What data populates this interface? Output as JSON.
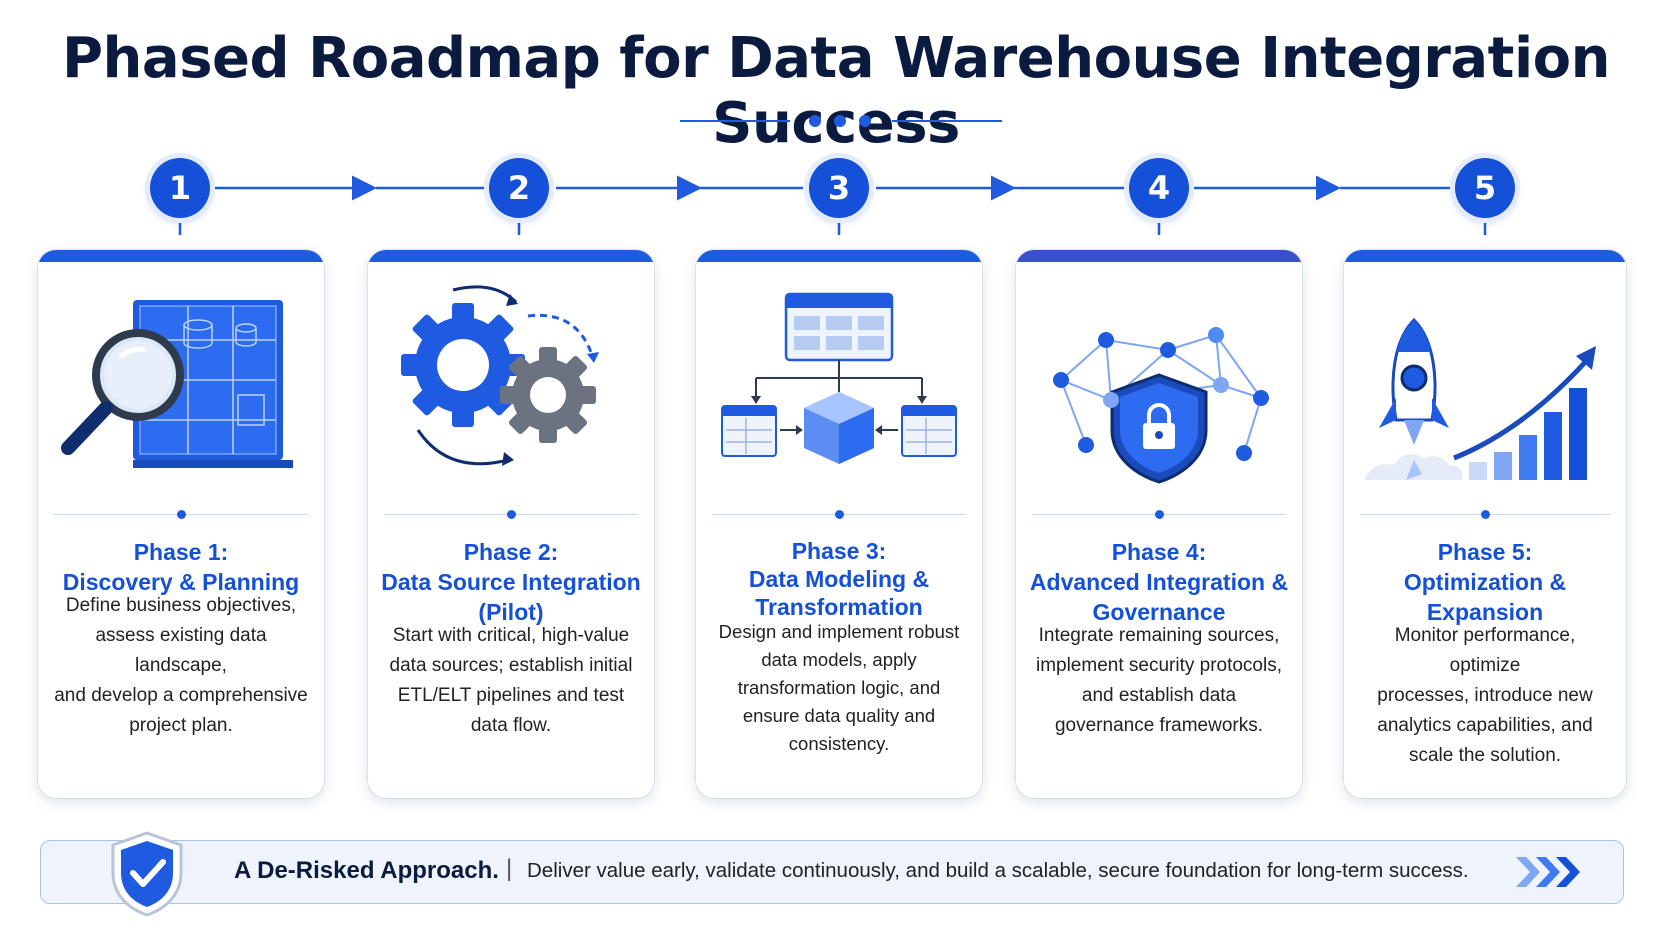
{
  "title": "Phased Roadmap for Data Warehouse Integration Success",
  "colors": {
    "primary": "#1450d8",
    "dark": "#0b1a3f",
    "gear_gray": "#6b7280"
  },
  "phases": [
    {
      "number": "1",
      "title_line1": "Phase 1:",
      "title_line2": "Discovery & Planning",
      "title_line3": "",
      "description": [
        "Define business objectives,",
        "assess existing data landscape,",
        "and develop a comprehensive",
        "project plan."
      ],
      "icon": "magnifier-blueprint-icon"
    },
    {
      "number": "2",
      "title_line1": "Phase 2:",
      "title_line2": "Data Source Integration",
      "title_line3": "(Pilot)",
      "description": [
        "Start with critical, high-value",
        "data sources; establish initial",
        "ETL/ELT pipelines and test",
        "data flow."
      ],
      "icon": "gears-icon"
    },
    {
      "number": "3",
      "title_line1": "Phase 3:",
      "title_line2": "Data Modeling &",
      "title_line3": "Transformation",
      "description": [
        "Design and implement robust",
        "data models, apply",
        "transformation logic, and",
        "ensure data quality and",
        "consistency."
      ],
      "icon": "data-model-icon"
    },
    {
      "number": "4",
      "title_line1": "Phase 4:",
      "title_line2": "Advanced Integration &",
      "title_line3": "Governance",
      "description": [
        "Integrate remaining sources,",
        "implement security protocols,",
        "and establish data",
        "governance frameworks."
      ],
      "icon": "shield-network-icon"
    },
    {
      "number": "5",
      "title_line1": "Phase 5:",
      "title_line2": "Optimization &",
      "title_line3": "Expansion",
      "description": [
        "Monitor performance, optimize",
        "processes, introduce new",
        "analytics capabilities, and",
        "scale the solution."
      ],
      "icon": "rocket-growth-icon"
    }
  ],
  "footer": {
    "bold": "A De-Risked Approach.",
    "separator": "|",
    "text": "Deliver value early, validate continuously, and build a scalable, secure foundation for long-term success.",
    "icon": "shield-check-icon",
    "end_icon": "triple-chevron-icon"
  }
}
